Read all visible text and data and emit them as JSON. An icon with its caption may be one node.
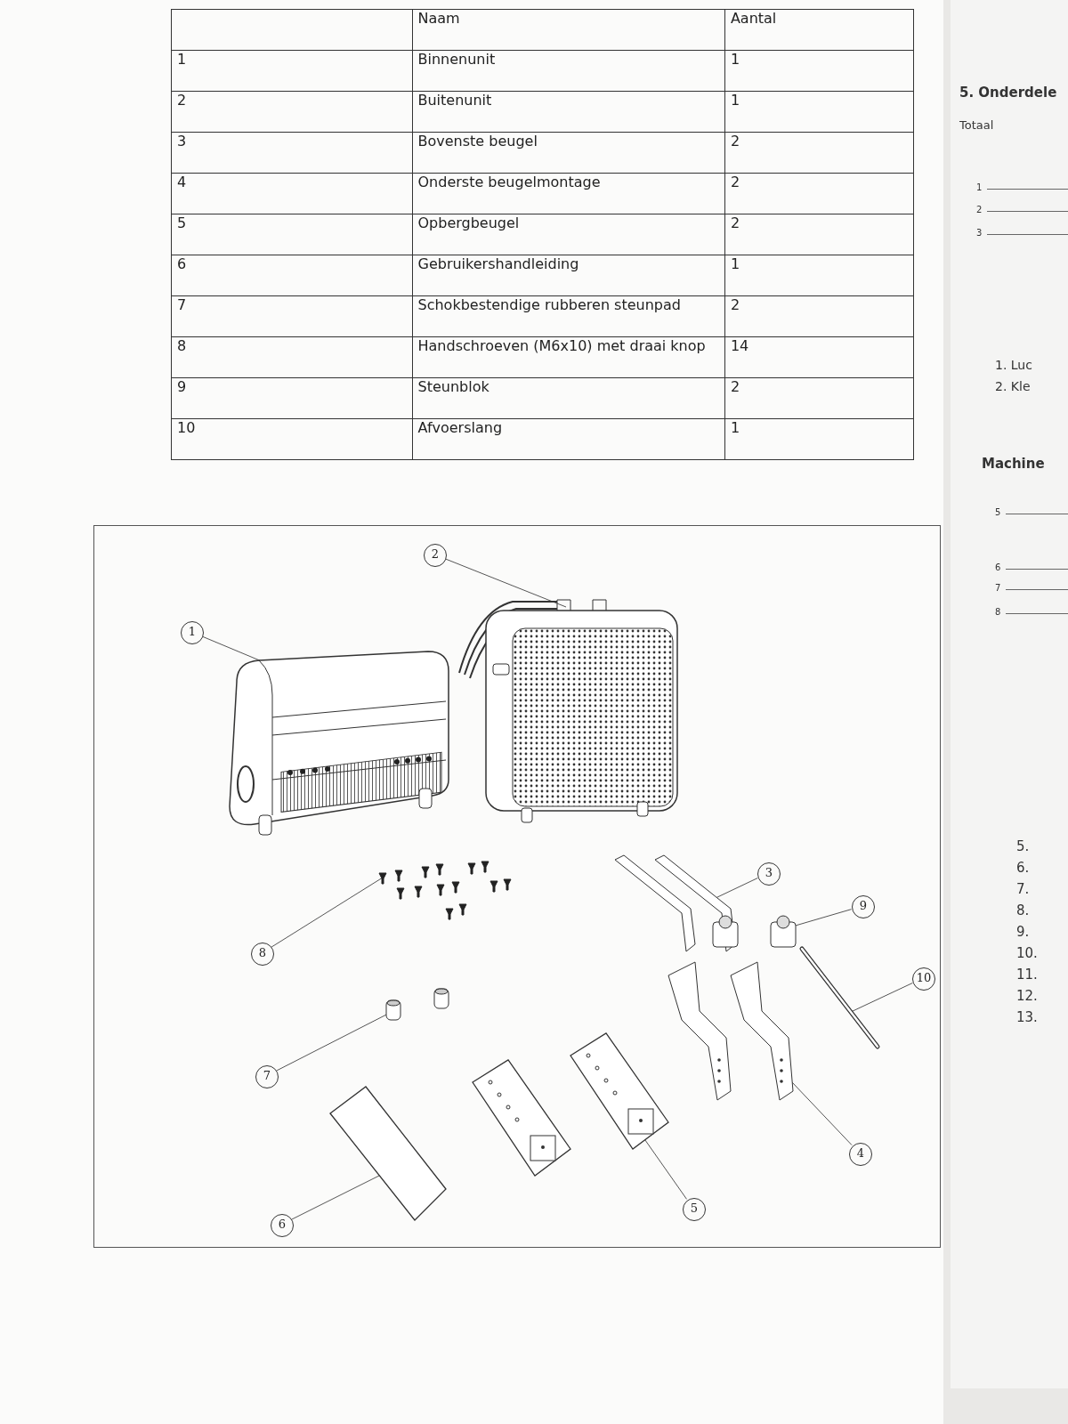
{
  "diagram": {
    "nodes": [
      {
        "text": [
          "1"
        ]
      },
      {
        "text": [
          "2"
        ]
      },
      {
        "text": [
          "3"
        ]
      },
      {
        "text": [
          "4"
        ]
      },
      {
        "text": [
          "5"
        ]
      },
      {
        "text": [
          "6"
        ]
      },
      {
        "text": [
          "7"
        ]
      },
      {
        "text": [
          "8"
        ]
      },
      {
        "text": [
          "9"
        ]
      },
      {
        "text": [
          "10"
        ]
      },
      {
        "text": [],
        "shape": "picture"
      },
      {
        "text": [],
        "shape": "picture"
      },
      {
        "text": [],
        "shape": "picture"
      },
      {
        "text": [],
        "shape": "picture"
      },
      {
        "text": [],
        "shape": "picture"
      },
      {
        "text": [],
        "shape": "picture"
      },
      {
        "text": [],
        "shape": "picture"
      },
      {
        "text": [],
        "shape": "picture"
      },
      {
        "text": [],
        "shape": "picture"
      },
      {
        "text": [],
        "shape": "picture"
      }
    ],
    "edges": [
      {
        "from": 0,
        "to": 10,
        "arrow": "none"
      },
      {
        "from": 1,
        "to": 11,
        "arrow": "none"
      },
      {
        "from": 2,
        "to": 12,
        "arrow": "none"
      },
      {
        "from": 3,
        "to": 13,
        "arrow": "none"
      },
      {
        "from": 4,
        "to": 18,
        "arrow": "none"
      },
      {
        "from": 5,
        "to": 15,
        "arrow": "none"
      },
      {
        "from": 6,
        "to": 16,
        "arrow": "none"
      },
      {
        "from": 7,
        "to": 17,
        "arrow": "none"
      },
      {
        "from": 8,
        "to": 14,
        "arrow": "none"
      },
      {
        "from": 9,
        "to": 19,
        "arrow": "none"
      }
    ],
    "labels": [
      "Naam",
      "Aantal",
      "1",
      "Binnenunit",
      "1",
      "2",
      "Buitenunit",
      "1",
      "3",
      "Bovenste beugel",
      "2",
      "4",
      "Onderste beugelmontage",
      "2",
      "5",
      "Opbergbeugel",
      "2",
      "6",
      "Gebruikershandleiding",
      "1",
      "7",
      "Schokbestendige rubberen steunpad",
      "2",
      "8",
      "Handschroeven (M6x10) met draai knop",
      "14",
      "9",
      "Steunblok",
      "2",
      "10",
      "Afvoerslang",
      "1",
      "5. Onderdele",
      "Totaal",
      "1",
      "2",
      "3",
      "1. Luc",
      "2. Kle",
      "Machine",
      "5",
      "6",
      "7",
      "8",
      "5.",
      "6.",
      "7.",
      "8.",
      "9.",
      "10.",
      "11.",
      "12.",
      "13."
    ]
  }
}
